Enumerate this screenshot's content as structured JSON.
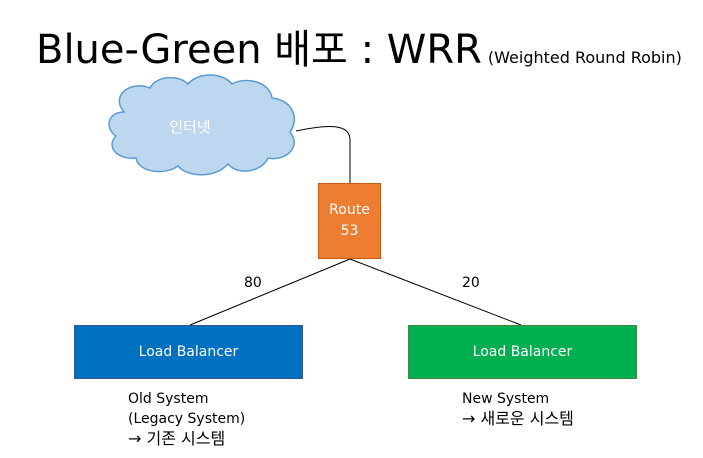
{
  "title": {
    "main": "Blue-Green 배포 : WRR",
    "sub": "(Weighted Round Robin)"
  },
  "cloud": {
    "label": "인터넷"
  },
  "route": {
    "line1": "Route",
    "line2": "53"
  },
  "weights": {
    "left": "80",
    "right": "20"
  },
  "load_balancers": {
    "old": {
      "label": "Load Balancer",
      "color": "#0070C0"
    },
    "new": {
      "label": "Load Balancer",
      "color": "#00B050"
    }
  },
  "captions": {
    "old": {
      "line1": "Old System",
      "line2": "(Legacy System)",
      "line3": "→ 기존 시스템"
    },
    "new": {
      "line1": "New System",
      "line2": "→ 새로운 시스템"
    }
  },
  "colors": {
    "route": "#ED7D31",
    "cloud_fill": "#BDD7EE",
    "cloud_stroke": "#5B9BD5"
  }
}
